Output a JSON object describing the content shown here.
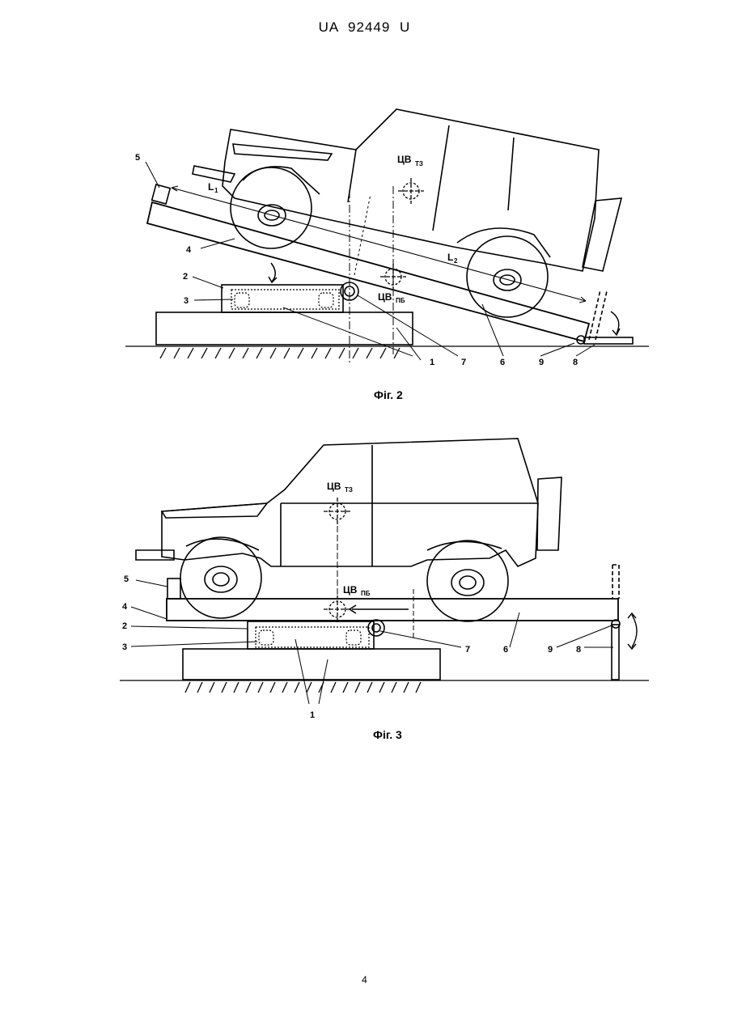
{
  "header": {
    "document_number": "UA 92449 U"
  },
  "figures": [
    {
      "caption": "Фіг. 2",
      "labels": {
        "n1": "1",
        "n2": "2",
        "n3": "3",
        "n4": "4",
        "n5": "5",
        "n6": "6",
        "n7": "7",
        "n8": "8",
        "n9": "9",
        "l1": "L",
        "l1_sub": "1",
        "l2": "L",
        "l2_sub": "2",
        "cg_vehicle": "ЦВ",
        "cg_vehicle_sub": "ТЗ",
        "cg_platform": "ЦВ",
        "cg_platform_sub": "ПБ"
      }
    },
    {
      "caption": "Фіг. 3",
      "labels": {
        "n1": "1",
        "n2": "2",
        "n3": "3",
        "n4": "4",
        "n5": "5",
        "n6": "6",
        "n7": "7",
        "n8": "8",
        "n9": "9",
        "cg_vehicle": "ЦВ",
        "cg_vehicle_sub": "ТЗ",
        "cg_platform": "ЦВ",
        "cg_platform_sub": "ПБ"
      }
    }
  ],
  "footer": {
    "page_number": "4"
  }
}
